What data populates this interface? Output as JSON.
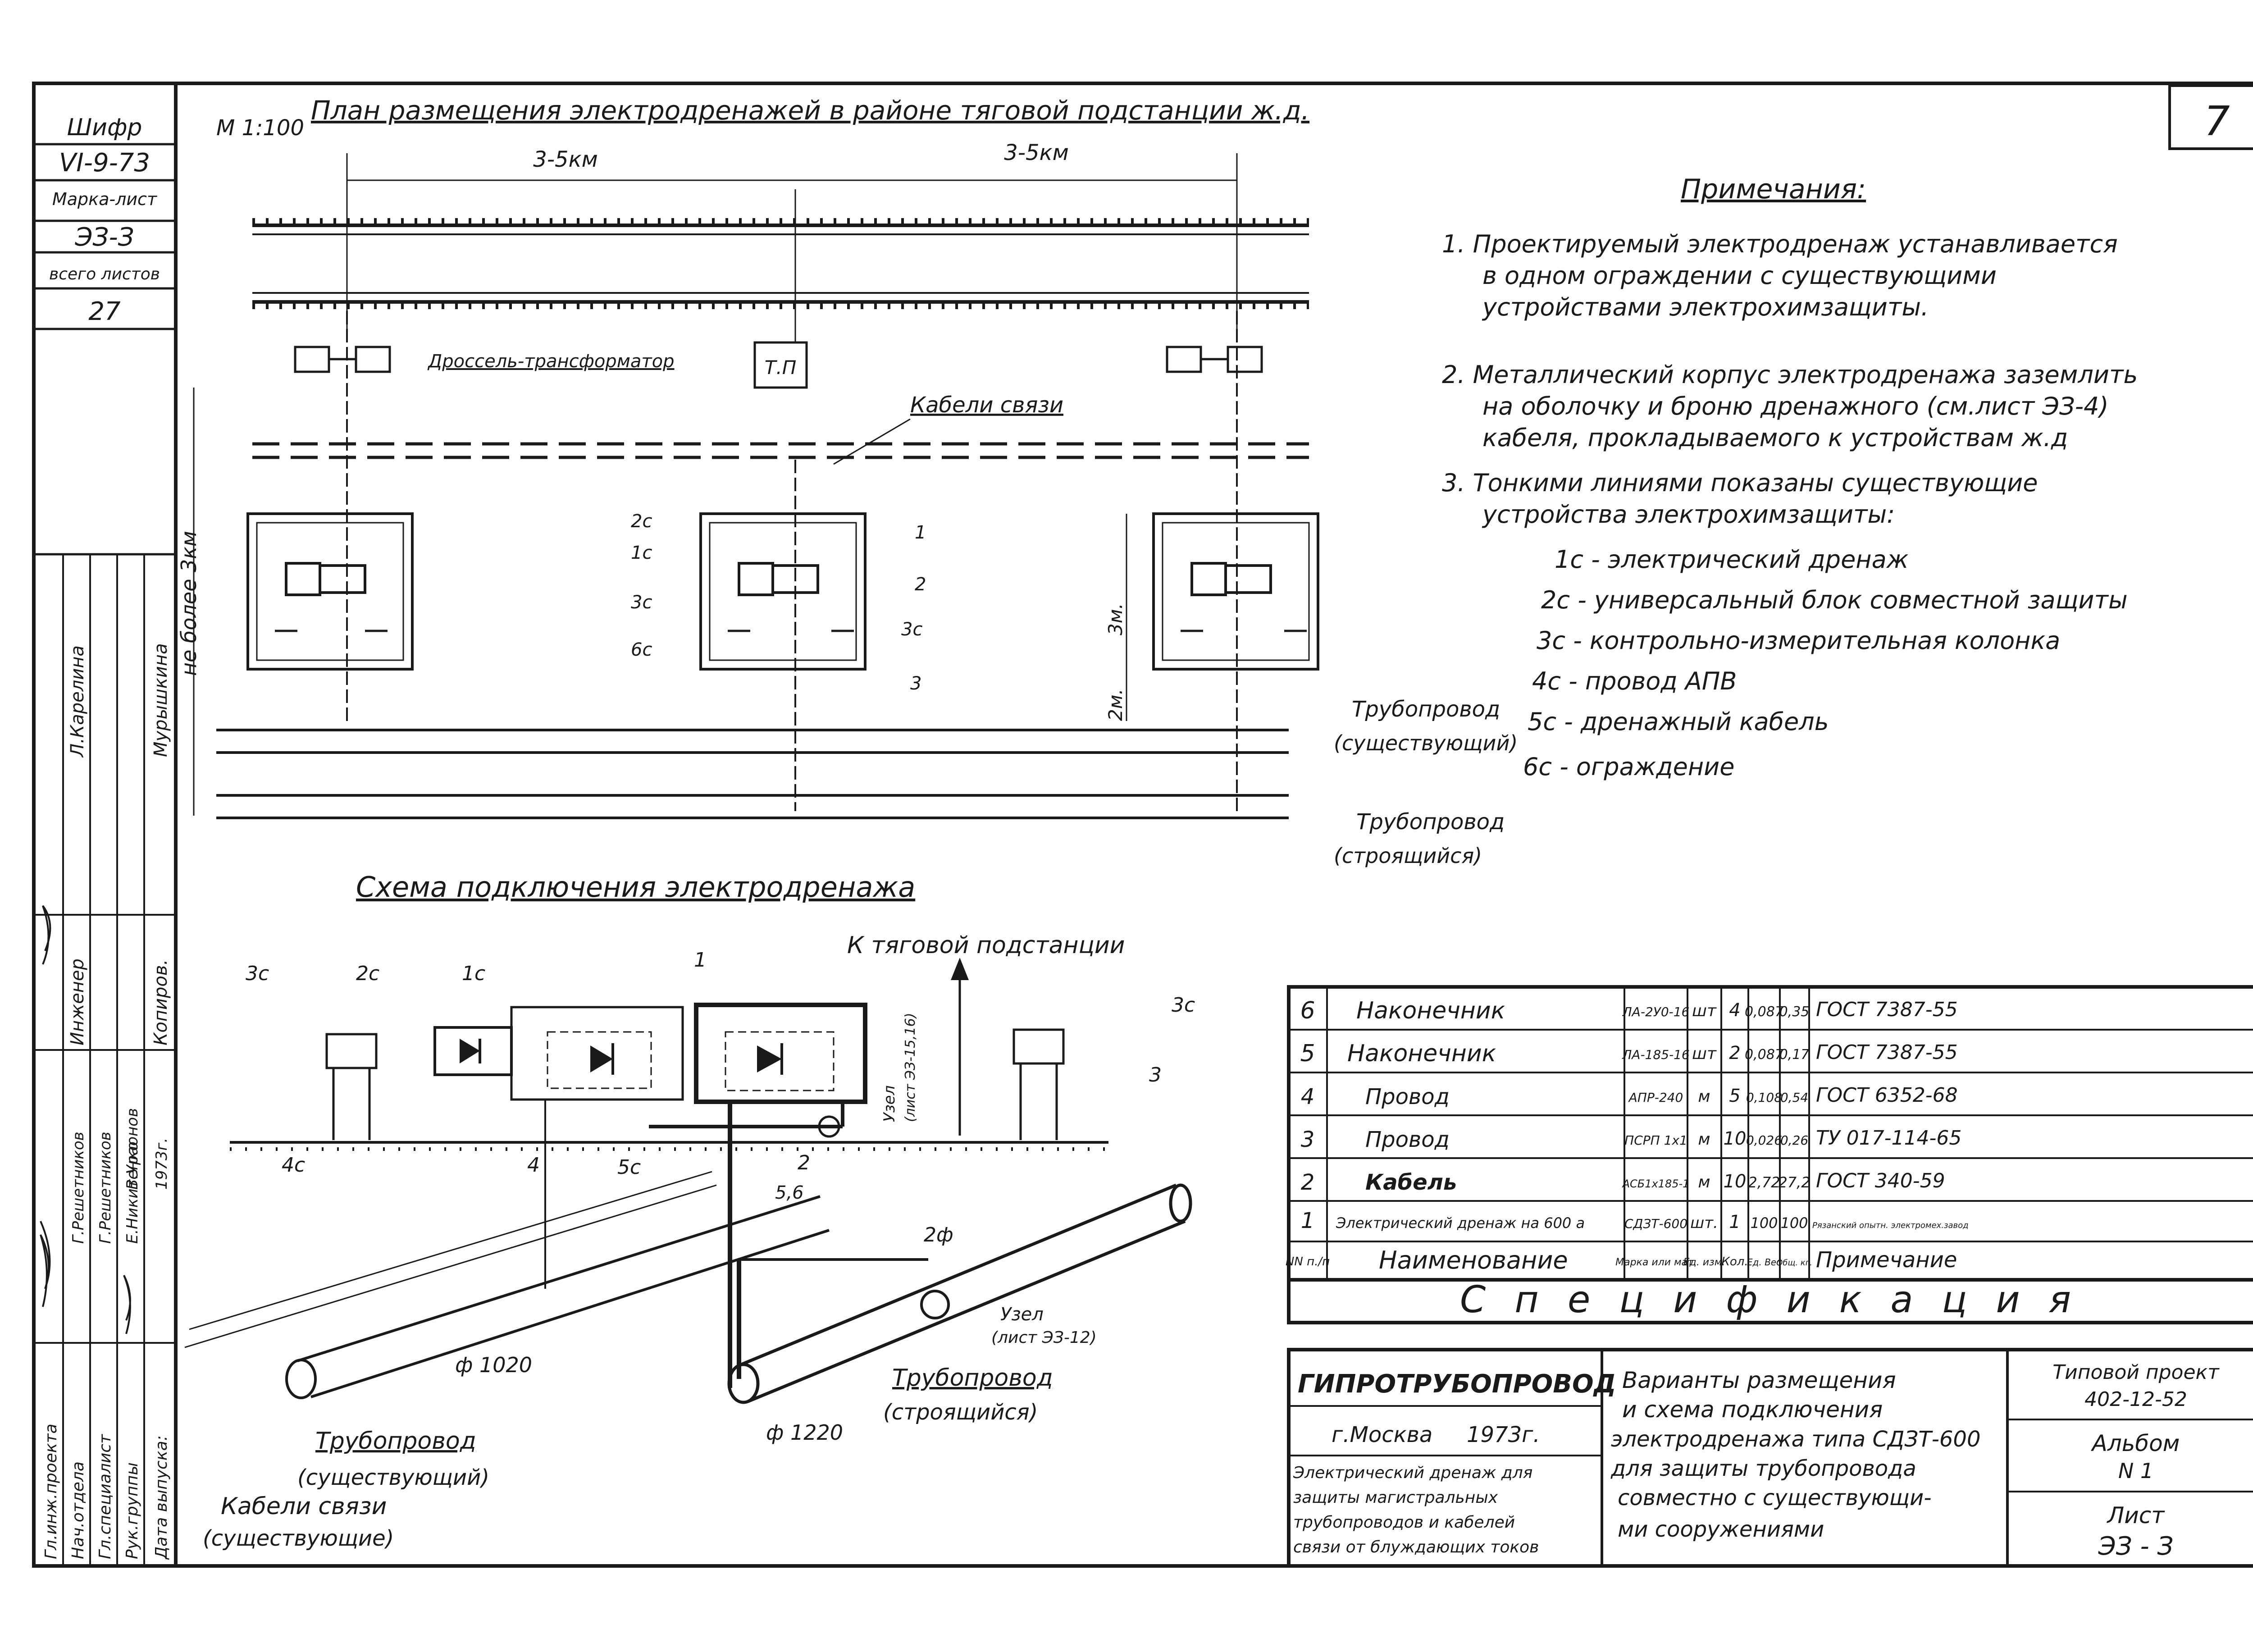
{
  "sheet_number": "7",
  "side_stamp": {
    "cipher_label": "Шифр",
    "cipher_value": "VI-9-73",
    "mark_label": "Марка-лист",
    "mark_value": "ЭЗ-З",
    "total_label": "всего листов",
    "total_value": "27",
    "staff": [
      {
        "role": "Гл.инж.проекта",
        "name": ""
      },
      {
        "role": "Нач.отдела",
        "name": "Г.Решетников"
      },
      {
        "role": "Гл.специалист",
        "name": "Г.Решетников"
      },
      {
        "role": "Рук.группы",
        "name": "Е.Никитенко"
      },
      {
        "role": "Дата выпуска:",
        "name": "1973г."
      }
    ],
    "col_b": [
      "Инженер",
      "Л.Карелина",
      "Копиров.",
      "Мурышкина"
    ],
    "col_c": [
      "В.Ураонов"
    ]
  },
  "plan": {
    "title": "План размещения электродренажей в районе тяговой подстанции ж.д.",
    "scale": "М 1:100",
    "dim_left": "3-5км",
    "dim_right": "3-5км",
    "vertical_dim": "не более 3км",
    "dim_3m": "3м.",
    "dim_2m": "2м.",
    "choke_label": "Дроссель-трансформатор",
    "tp_label": "Т.П",
    "cables_label": "Кабели связи",
    "pipe_existing": "Трубопровод",
    "pipe_existing_sub": "(существующий)",
    "pipe_new": "Трубопровод",
    "pipe_new_sub": "(строящийся)",
    "callouts": [
      "2с",
      "1с",
      "3с",
      "6с",
      "1",
      "2",
      "3с",
      "3"
    ]
  },
  "notes": {
    "heading": "Примечания:",
    "lines": [
      "1. Проектируемый электродренаж устанавливается",
      "в одном ограждении с существующими",
      "устройствами электрохимзащиты.",
      "2. Металлический корпус электродренажа заземлить",
      "на оболочку и броню дренажного (см.лист ЭЗ-4)",
      "кабеля, прокладываемого к устройствам ж.д",
      "3. Тонкими линиями показаны существующие",
      "устройства электрохимзащиты:"
    ],
    "legend": [
      "1с - электрический дренаж",
      "2с - универсальный блок совместной защиты",
      "3с - контрольно-измерительная колонка",
      "4с - провод АПВ",
      "5с - дренажный кабель",
      "6с - ограждение"
    ]
  },
  "schema": {
    "title": "Схема подключения электродренажа",
    "to_substation": "К тяговой подстанции",
    "node_ref_top": "Узел",
    "node_ref_top_sub": "(лист ЭЗ-15,16)",
    "node_ref_bottom": "Узел",
    "node_ref_bottom_sub": "(лист ЭЗ-12)",
    "callouts": [
      "3с",
      "2с",
      "1с",
      "1",
      "3с",
      "3",
      "4с",
      "4",
      "5с",
      "2",
      "5,6",
      "2ф"
    ],
    "d_existing": "ф 1020",
    "d_new": "ф 1220",
    "pipe_existing": "Трубопровод",
    "pipe_existing_sub": "(существующий)",
    "cables": "Кабели связи",
    "cables_sub": "(существующие)",
    "pipe_new": "Трубопровод",
    "pipe_new_sub": "(строящийся)"
  },
  "spec": {
    "title": "Спецификация",
    "headers": [
      "NN п./п",
      "Наименование",
      "Марка или мат.",
      "Ед. изм.",
      "Кол.",
      "Ед. Вес",
      "Общ. кг.",
      "Примечание"
    ],
    "rows": [
      [
        "6",
        "Наконечник",
        "ЛА-2У0-16",
        "шт",
        "4",
        "0,087",
        "0,35",
        "ГОСТ 7387-55"
      ],
      [
        "5",
        "Наконечник",
        "ЛА-185-16",
        "шт",
        "2",
        "0,087",
        "0,17",
        "ГОСТ 7387-55"
      ],
      [
        "4",
        "Провод",
        "АПР-240",
        "м",
        "5",
        "0,108",
        "0,54",
        "ГОСТ 6352-68"
      ],
      [
        "3",
        "Провод",
        "ПСРП 1х1",
        "м",
        "10",
        "0,026",
        "0,26",
        "ТУ 017-114-65"
      ],
      [
        "2",
        "Кабель",
        "АСБ1х185-1",
        "м",
        "10",
        "2,72",
        "27,2",
        "ГОСТ 340-59"
      ],
      [
        "1",
        "Электрический дренаж на 600 а",
        "СДЗТ-600",
        "шт.",
        "1",
        "100",
        "100",
        "Рязанский опытн. электромех.завод"
      ]
    ]
  },
  "title_block": {
    "org": "ГИПРОТРУБОПРОВОД",
    "city": "г.Москва",
    "year": "1973г.",
    "subject": [
      "Электрический дренаж для",
      "защиты магистральных",
      "трубопроводов и кабелей",
      "связи от блуждающих токов"
    ],
    "description": [
      "Варианты размещения",
      "и схема подключения",
      "электродренажа типа СДЗТ-600",
      "для защиты трубопровода",
      "совместно с существующи-",
      "ми сооружениями"
    ],
    "project_label": "Типовой проект",
    "project_value": "402-12-52",
    "album_label": "Альбом",
    "album_value": "N 1",
    "sheet_label": "Лист",
    "sheet_value": "ЭЗ - З"
  }
}
